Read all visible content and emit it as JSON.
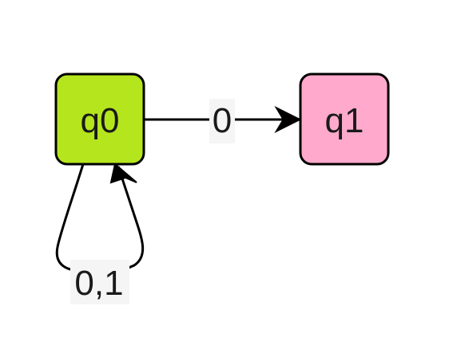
{
  "states": [
    {
      "id": "q0",
      "label": "q0",
      "fill": "#b5e61d"
    },
    {
      "id": "q1",
      "label": "q1",
      "fill": "#ffaacc"
    }
  ],
  "transitions": [
    {
      "from": "q0",
      "to": "q1",
      "label": "0"
    },
    {
      "from": "q0",
      "to": "q0",
      "label": "0,1"
    }
  ],
  "colors": {
    "stroke": "#000000",
    "label_background": "#f5f5f5",
    "text": "#1a1a1a"
  }
}
